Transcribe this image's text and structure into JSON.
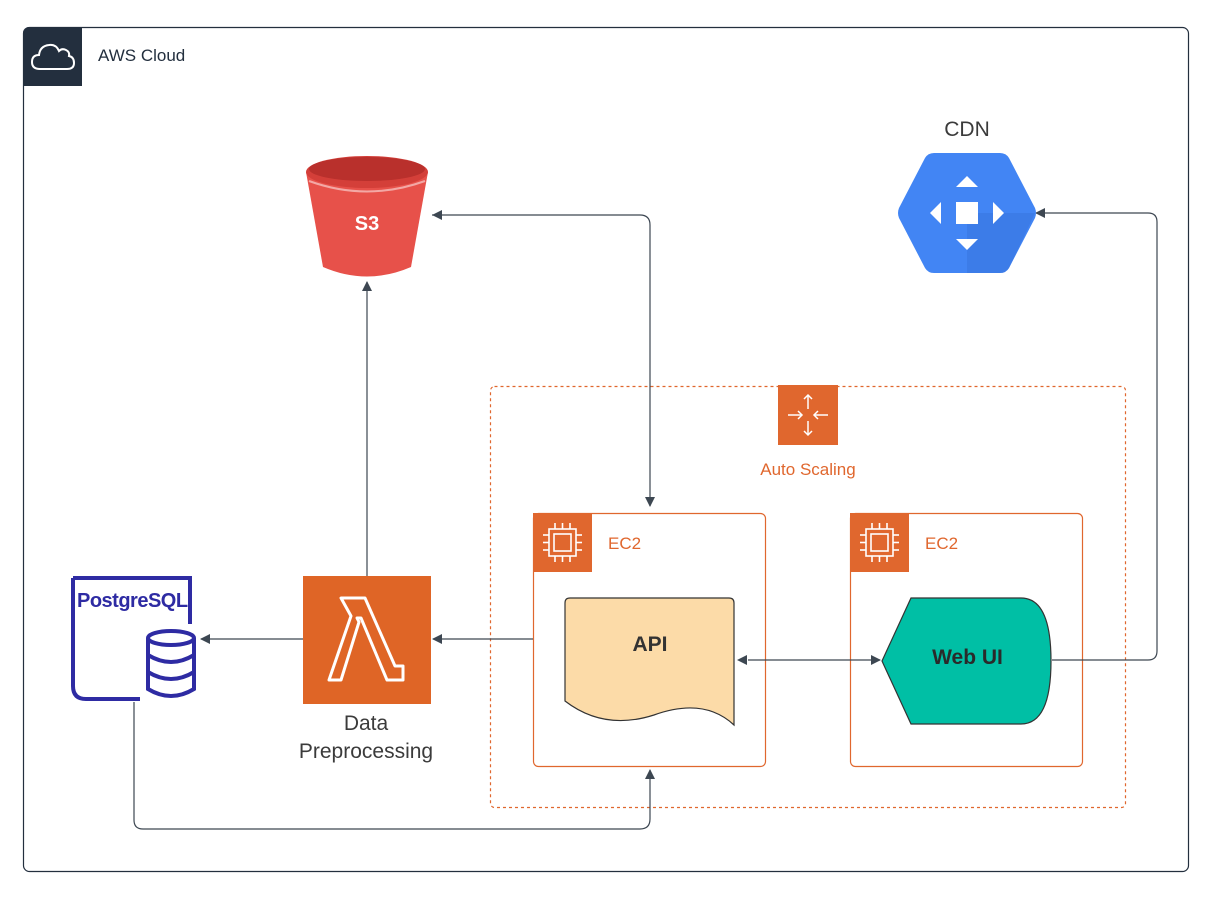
{
  "cloud": {
    "title": "AWS Cloud",
    "icon": "cloud-icon"
  },
  "nodes": {
    "s3": {
      "label": "S3",
      "icon": "s3-bucket-icon",
      "color": "#e7514a"
    },
    "cdn": {
      "label": "CDN",
      "icon": "cdn-hexagon-icon",
      "color": "#4285f4"
    },
    "auto_scaling": {
      "label": "Auto Scaling",
      "icon": "auto-scaling-icon",
      "color": "#e0672e"
    },
    "ec2_api": {
      "label": "EC2",
      "icon": "chip-icon"
    },
    "ec2_web": {
      "label": "EC2",
      "icon": "chip-icon"
    },
    "api": {
      "label": "API",
      "color": "#fcdba8"
    },
    "web_ui": {
      "label": "Web UI",
      "color": "#00bfa5"
    },
    "lambda": {
      "label_line1": "Data",
      "label_line2": "Preprocessing",
      "icon": "lambda-icon",
      "color": "#df6526"
    },
    "postgres": {
      "label": "PostgreSQL",
      "icon": "database-icon",
      "color": "#2e2ba3"
    }
  },
  "colors": {
    "orange": "#e0672e",
    "arrow": "#3d4752",
    "frame": "#232f3e"
  }
}
